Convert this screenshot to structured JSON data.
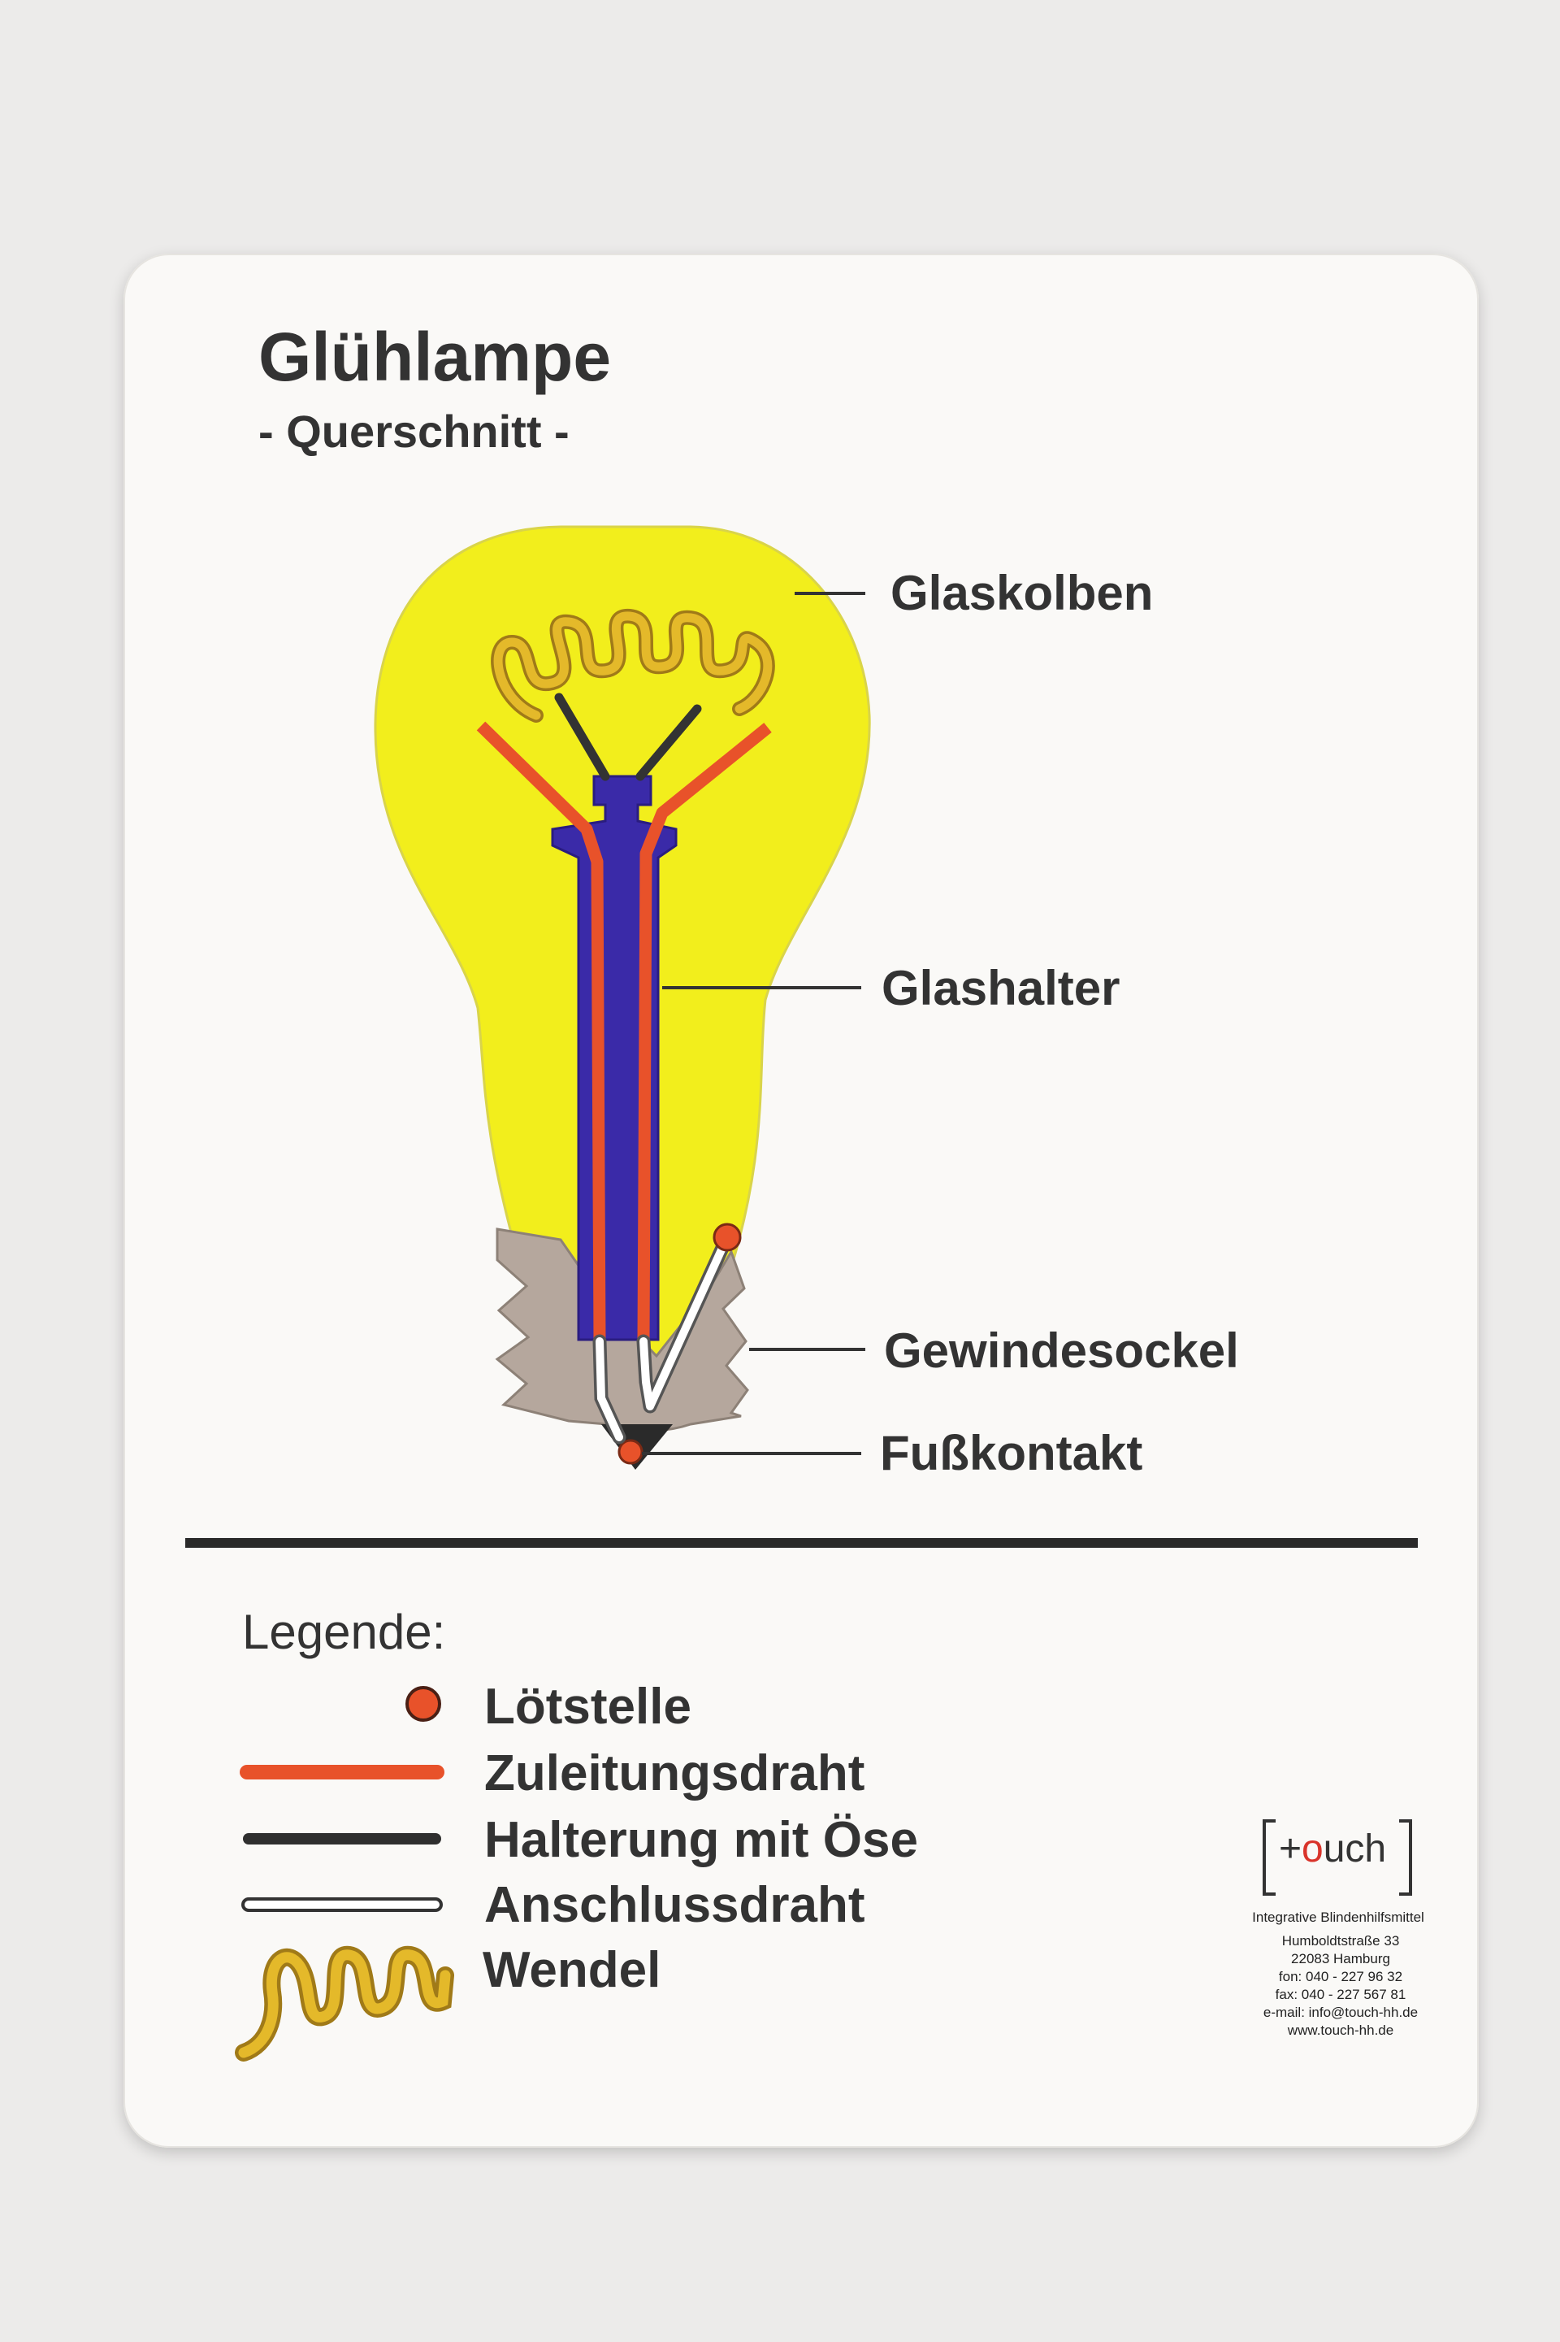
{
  "title": "Glühlampe",
  "subtitle": "- Querschnitt -",
  "labels": {
    "glaskolben": "Glaskolben",
    "glashalter": "Glashalter",
    "gewindesockel": "Gewindesockel",
    "fusskontakt": "Fußkontakt"
  },
  "legend": {
    "heading": "Legende:",
    "items": [
      {
        "label": "Lötstelle"
      },
      {
        "label": "Zuleitungsdraht"
      },
      {
        "label": "Halterung mit Öse"
      },
      {
        "label": "Anschlussdraht"
      },
      {
        "label": "Wendel"
      }
    ]
  },
  "maker": {
    "logo_plus": "+",
    "logo_o": "o",
    "logo_rest": "uch",
    "tagline": "Integrative Blindenhilfsmittel",
    "address": [
      "Humboldtstraße 33",
      "22083 Hamburg",
      "fon: 040 - 227 96 32",
      "fax: 040 - 227 567 81",
      "e-mail: info@touch-hh.de",
      "www.touch-hh.de"
    ]
  },
  "colors": {
    "bulb": "#f2ee1c",
    "stem": "#3a2aa8",
    "wire": "#e8522a",
    "socket": "#b5a79d",
    "filament": "#e4b92a",
    "dark": "#333333"
  }
}
